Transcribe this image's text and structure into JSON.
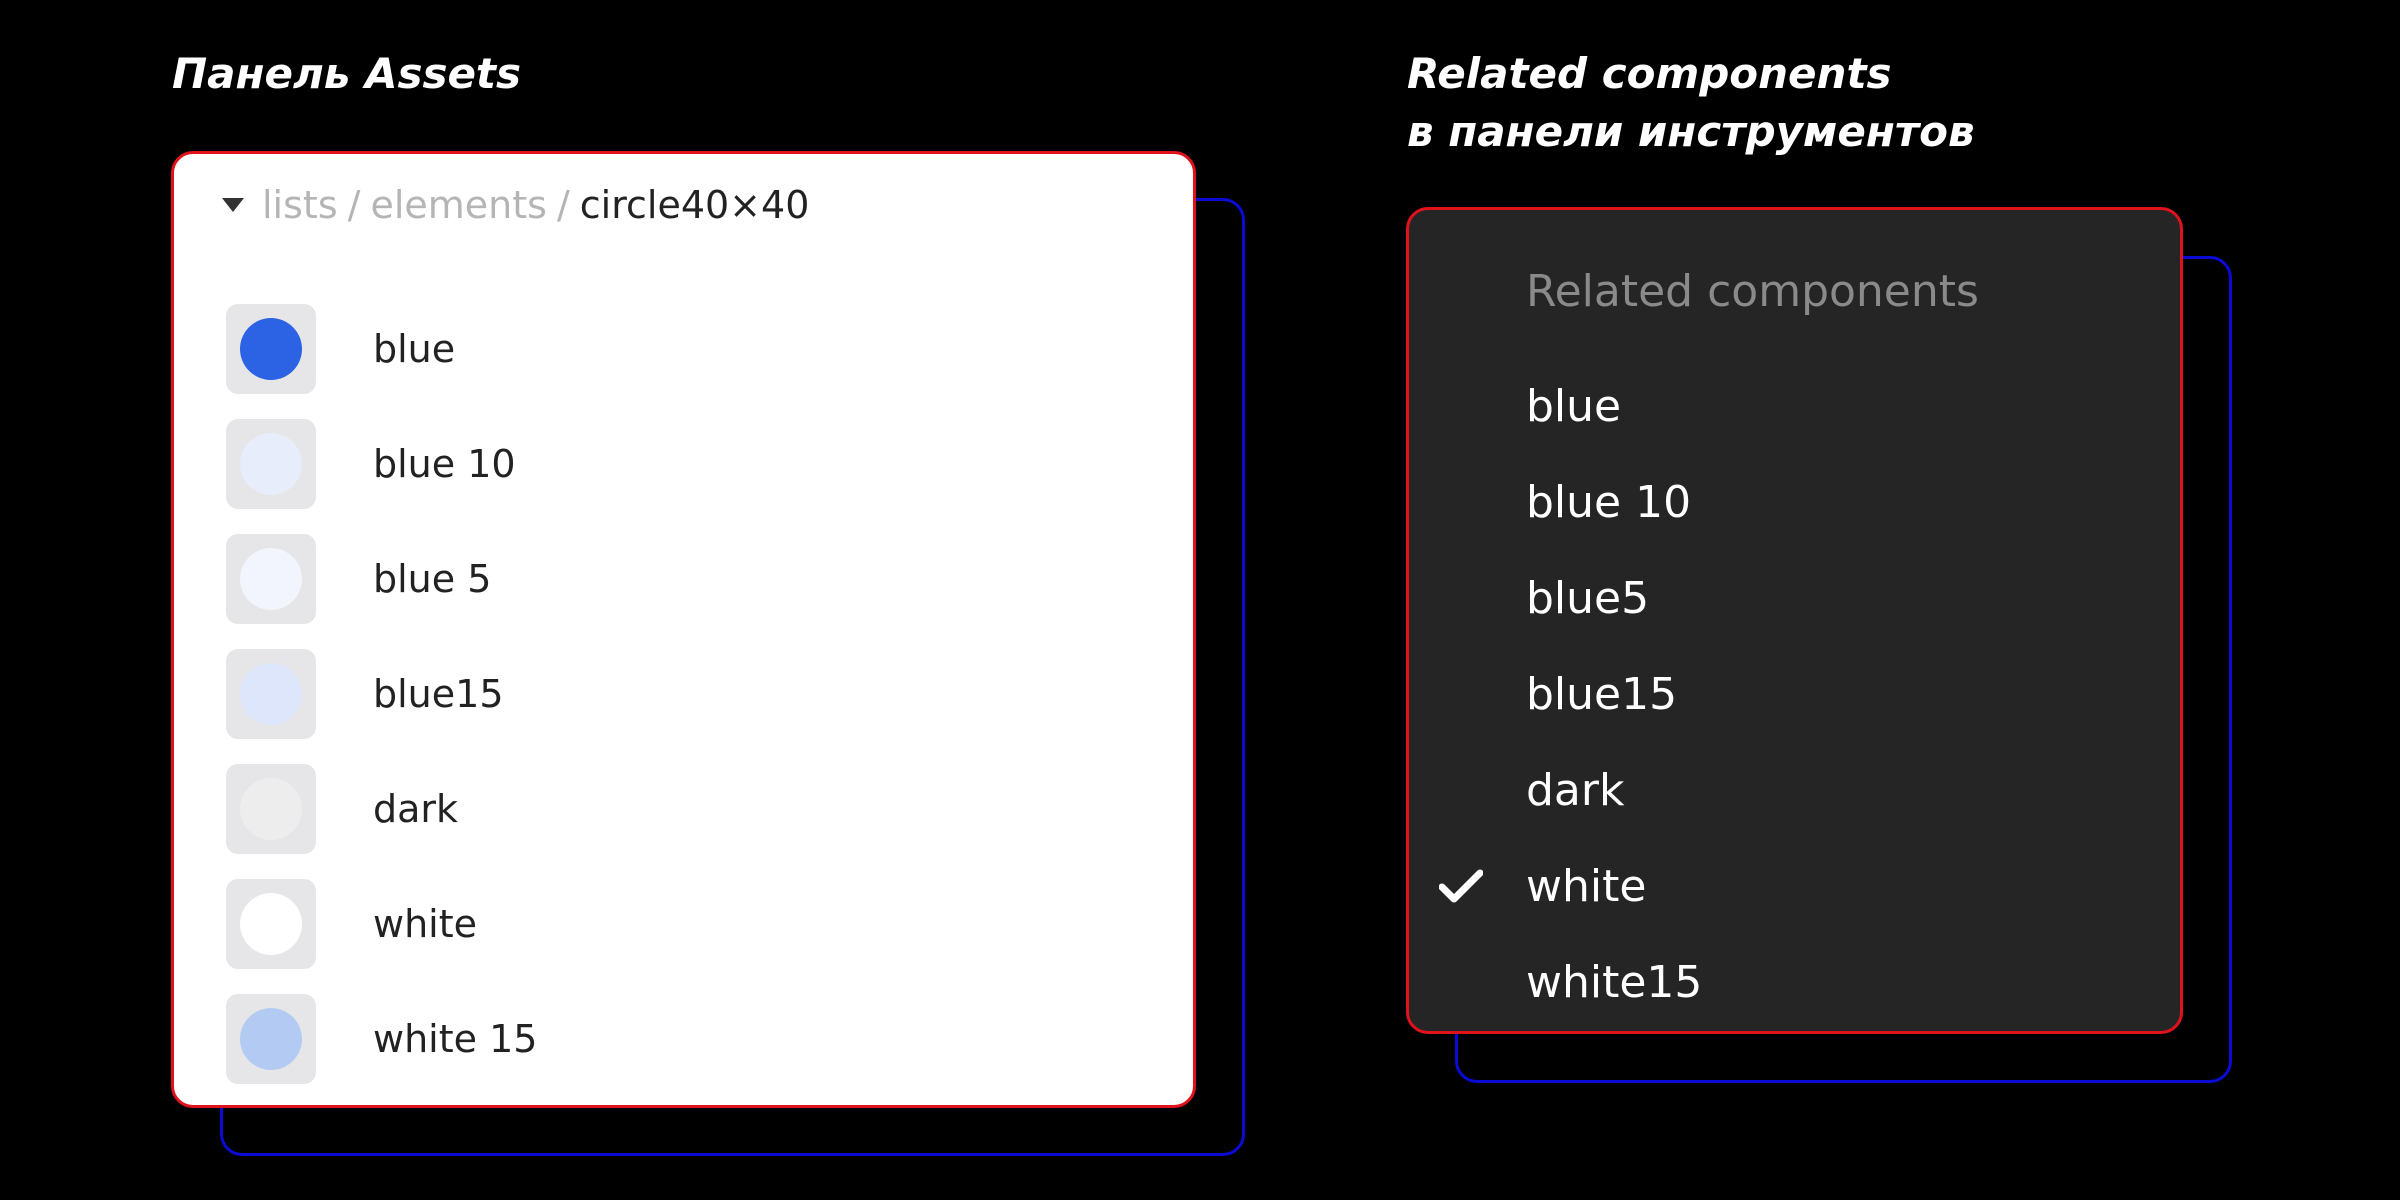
{
  "headings": {
    "left": "Панель Assets",
    "right_line1": "Related components",
    "right_line2": "в панели инструментов"
  },
  "assets_panel": {
    "breadcrumb": {
      "parts": [
        "lists",
        "elements"
      ],
      "separator": "/",
      "current": "circle40×40"
    },
    "items": [
      {
        "label": "blue",
        "swatch": "#2b63e4"
      },
      {
        "label": "blue 10",
        "swatch": "#e8edfb"
      },
      {
        "label": "blue 5",
        "swatch": "#f2f5fd"
      },
      {
        "label": "blue15",
        "swatch": "#dde6fa"
      },
      {
        "label": "dark",
        "swatch": "#ededee"
      },
      {
        "label": "white",
        "swatch": "#ffffff"
      },
      {
        "label": "white 15",
        "swatch": "#b3cbf3"
      }
    ]
  },
  "related_panel": {
    "header": "Related components",
    "items": [
      {
        "label": "blue",
        "checked": false
      },
      {
        "label": "blue 10",
        "checked": false
      },
      {
        "label": "blue5",
        "checked": false
      },
      {
        "label": "blue15",
        "checked": false
      },
      {
        "label": "dark",
        "checked": false
      },
      {
        "label": "white",
        "checked": true
      },
      {
        "label": "white15",
        "checked": false
      }
    ]
  },
  "colors": {
    "highlight_border": "#e0121b",
    "shadow_border": "#0b0bd6",
    "dark_panel_bg": "#252525"
  },
  "icons": {
    "breadcrumb_caret": "caret-down-icon",
    "selected_mark": "checkmark-icon"
  }
}
